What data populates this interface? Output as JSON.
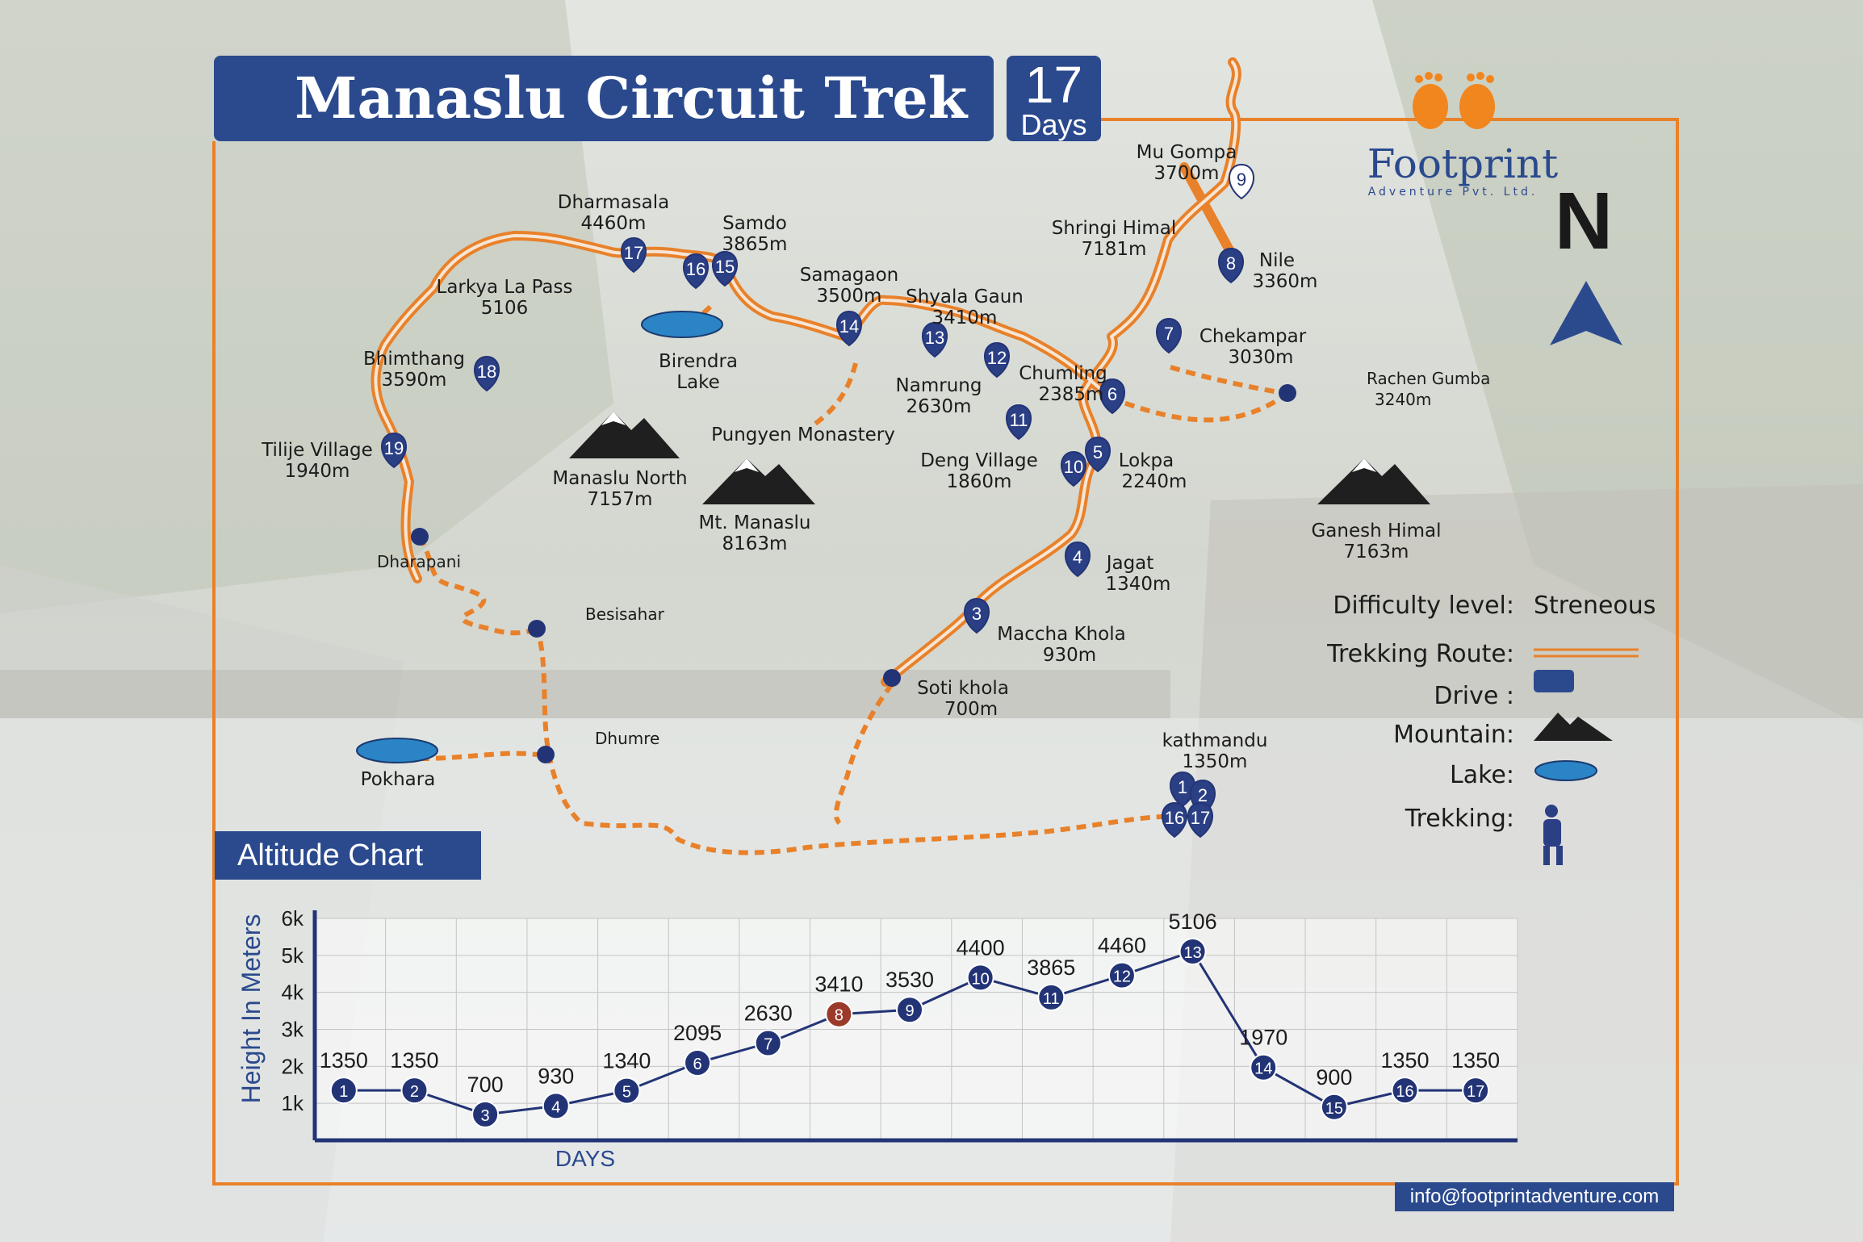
{
  "header": {
    "title": "Manaslu Circuit Trek",
    "days_number": "17",
    "days_label": "Days"
  },
  "brand": {
    "name": "Footprint",
    "subtitle": "Adventure Pvt. Ltd.",
    "email": "info@footprintadventure.com"
  },
  "compass": {
    "label": "N"
  },
  "colors": {
    "navy": "#2b4a8e",
    "route": "#e8812a",
    "pin": "#2b3f85"
  },
  "map_labels": [
    {
      "id": "mu-gompa",
      "name": "Mu Gompa",
      "elev": "3700m"
    },
    {
      "id": "dharmasala",
      "name": "Dharmasala",
      "elev": "4460m"
    },
    {
      "id": "samdo",
      "name": "Samdo",
      "elev": "3865m"
    },
    {
      "id": "shringi-himal",
      "name": "Shringi Himal",
      "elev": "7181m"
    },
    {
      "id": "nile",
      "name": "Nile",
      "elev": "3360m"
    },
    {
      "id": "larkya",
      "name": "Larkya La Pass",
      "elev": "5106"
    },
    {
      "id": "samagaon",
      "name": "Samagaon",
      "elev": "3500m"
    },
    {
      "id": "shyala",
      "name": "Shyala Gaun",
      "elev": "3410m"
    },
    {
      "id": "chekampar",
      "name": "Chekampar",
      "elev": "3030m"
    },
    {
      "id": "bimthang",
      "name": "Bhimthang",
      "elev": "3590m"
    },
    {
      "id": "birendra",
      "name": "Birendra",
      "elev": "Lake"
    },
    {
      "id": "namrung",
      "name": "Namrung",
      "elev": "2630m"
    },
    {
      "id": "chumling",
      "name": "Chumling",
      "elev": "2385m"
    },
    {
      "id": "rachen",
      "name": "Rachen Gumba",
      "elev": "3240m"
    },
    {
      "id": "pungyen",
      "name": "Pungyen Monastery",
      "elev": ""
    },
    {
      "id": "tilije",
      "name": "Tilije Village",
      "elev": "1940m"
    },
    {
      "id": "deng",
      "name": "Deng Village",
      "elev": "1860m"
    },
    {
      "id": "lokpa",
      "name": "Lokpa",
      "elev": "2240m"
    },
    {
      "id": "manaslu-north",
      "name": "Manaslu North",
      "elev": "7157m"
    },
    {
      "id": "mt-manaslu",
      "name": "Mt. Manaslu",
      "elev": "8163m"
    },
    {
      "id": "ganesh",
      "name": "Ganesh Himal",
      "elev": "7163m"
    },
    {
      "id": "jagat",
      "name": "Jagat",
      "elev": "1340m"
    },
    {
      "id": "dharapani",
      "name": "Dharapani",
      "elev": ""
    },
    {
      "id": "besisahar",
      "name": "Besisahar",
      "elev": ""
    },
    {
      "id": "maccha",
      "name": "Maccha Khola",
      "elev": "930m"
    },
    {
      "id": "soti",
      "name": "Soti khola",
      "elev": "700m"
    },
    {
      "id": "kathmandu",
      "name": "kathmandu",
      "elev": "1350m"
    },
    {
      "id": "dhumre",
      "name": "Dhumre",
      "elev": ""
    },
    {
      "id": "pokhara",
      "name": "Pokhara",
      "elev": ""
    }
  ],
  "map_pins": [
    "1",
    "2",
    "3",
    "4",
    "5",
    "6",
    "7",
    "8",
    "9",
    "10",
    "11",
    "12",
    "13",
    "14",
    "15",
    "16",
    "17",
    "18",
    "19",
    "16",
    "17"
  ],
  "legend": {
    "difficulty_label": "Difficulty level:",
    "difficulty_value": "Streneous",
    "route": "Trekking Route:",
    "drive": "Drive :",
    "mountain": "Mountain:",
    "lake": "Lake:",
    "trekking": "Trekking:"
  },
  "altitude": {
    "tab_label": "Altitude Chart",
    "chart_data": {
      "type": "line",
      "title": "",
      "xlabel": "DAYS",
      "ylabel": "Height In Meters",
      "ylim": [
        0,
        6000
      ],
      "yticks": [
        "1k",
        "2k",
        "3k",
        "4k",
        "5k",
        "6k"
      ],
      "ytick_values": [
        1000,
        2000,
        3000,
        4000,
        5000,
        6000
      ],
      "x": [
        1,
        2,
        3,
        4,
        5,
        6,
        7,
        8,
        9,
        10,
        11,
        12,
        13,
        14,
        15,
        16,
        17
      ],
      "values": [
        1350,
        1350,
        700,
        930,
        1340,
        2095,
        2630,
        3410,
        3530,
        4400,
        3865,
        4460,
        5106,
        1970,
        900,
        1350,
        1350
      ],
      "grid": true
    }
  }
}
